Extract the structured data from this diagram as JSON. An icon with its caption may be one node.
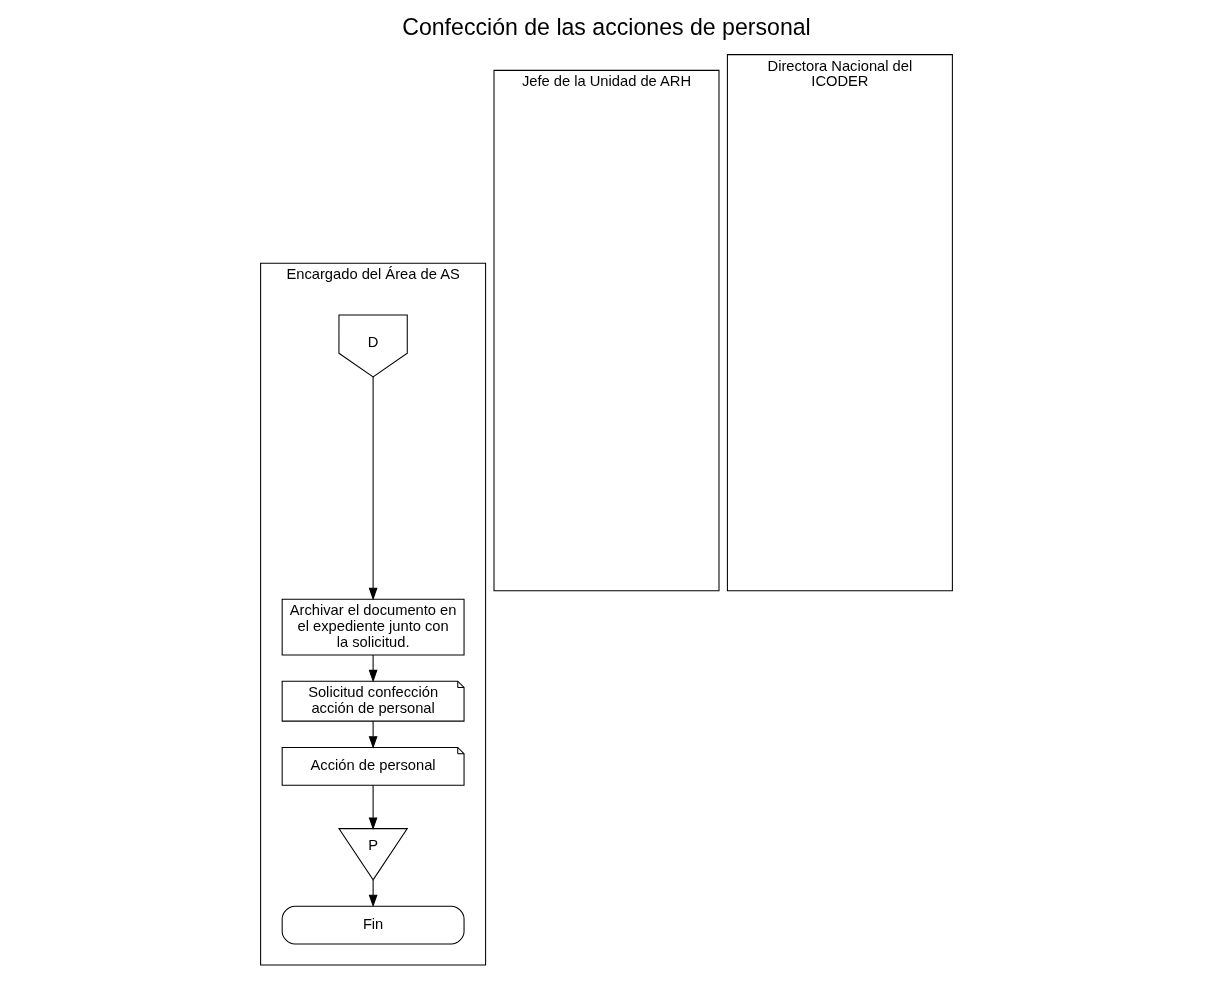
{
  "diagram": {
    "title": "Confección de las acciones de personal",
    "nodes": [
      {
        "text": [
          "Encargado del Área de AS"
        ]
      },
      {
        "text": [
          "Jefe de la Unidad de ARH"
        ]
      },
      {
        "text": [
          "Directora Nacional del ICODER"
        ]
      },
      {
        "text": [
          "D"
        ],
        "in": 0
      },
      {
        "text": [
          "Archivar el documento en el expediente junto con la solicitud."
        ],
        "in": 0
      },
      {
        "text": [
          "Solicitud confección acción de personal"
        ],
        "in": 0
      },
      {
        "text": [
          "Acción de personal"
        ],
        "in": 0
      },
      {
        "text": [
          "P"
        ],
        "in": 0
      },
      {
        "text": [
          "Fin"
        ],
        "in": 0
      }
    ],
    "edges": [
      {
        "from": 3,
        "to": 4,
        "arrow": "to"
      },
      {
        "from": 4,
        "to": 5,
        "arrow": "to"
      },
      {
        "from": 5,
        "to": 6,
        "arrow": "to"
      },
      {
        "from": 6,
        "to": 7,
        "arrow": "to"
      },
      {
        "from": 7,
        "to": 8,
        "arrow": "to"
      }
    ]
  }
}
